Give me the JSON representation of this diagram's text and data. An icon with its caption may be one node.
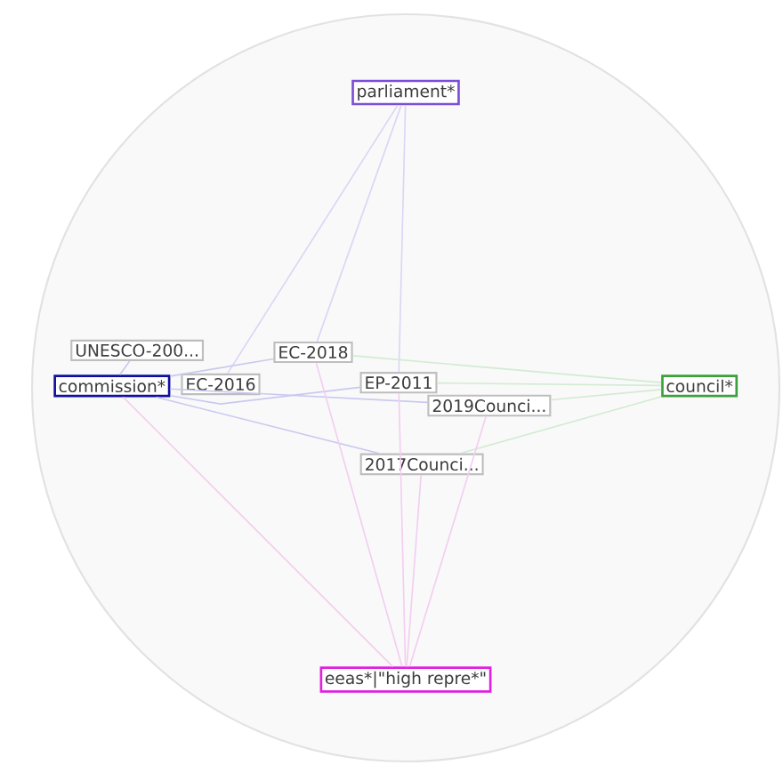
{
  "diagram": {
    "nodes": [
      {
        "text": [
          "parliament*"
        ]
      },
      {
        "text": [
          "UNESCO-200..."
        ]
      },
      {
        "text": [
          "EC-2018"
        ]
      },
      {
        "text": [
          "commission*"
        ]
      },
      {
        "text": [
          "EC-2016"
        ]
      },
      {
        "text": [
          "EP-2011"
        ]
      },
      {
        "text": [
          "council*"
        ]
      },
      {
        "text": [
          "2019Counci..."
        ]
      },
      {
        "text": [
          "2017Counci..."
        ]
      },
      {
        "text": [
          "eeas*|\"high repre*\""
        ]
      }
    ],
    "edges": [
      {
        "from": 0,
        "to": 2,
        "arrow": "none",
        "color": "#dcd4f6"
      },
      {
        "from": 0,
        "to": 4,
        "arrow": "none",
        "color": "#dcd4f6"
      },
      {
        "from": 0,
        "to": 5,
        "arrow": "none",
        "color": "#dcd4f6"
      },
      {
        "from": 3,
        "to": 1,
        "arrow": "none",
        "color": "#c9c9f0"
      },
      {
        "from": 3,
        "to": 2,
        "arrow": "none",
        "color": "#c9c9f0"
      },
      {
        "from": 3,
        "to": 5,
        "arrow": "none",
        "color": "#c9c9f0"
      },
      {
        "from": 3,
        "to": 7,
        "arrow": "none",
        "color": "#c9c9f0"
      },
      {
        "from": 3,
        "to": 8,
        "arrow": "none",
        "color": "#c9c9f0"
      },
      {
        "from": 6,
        "to": 2,
        "arrow": "none",
        "color": "#d2ebd2"
      },
      {
        "from": 6,
        "to": 5,
        "arrow": "none",
        "color": "#d2ebd2"
      },
      {
        "from": 6,
        "to": 7,
        "arrow": "none",
        "color": "#d2ebd2"
      },
      {
        "from": 6,
        "to": 8,
        "arrow": "none",
        "color": "#d2ebd2"
      },
      {
        "from": 9,
        "to": 3,
        "arrow": "none",
        "color": "#f3cdf0"
      },
      {
        "from": 9,
        "to": 2,
        "arrow": "none",
        "color": "#f3cdf0"
      },
      {
        "from": 9,
        "to": 5,
        "arrow": "none",
        "color": "#f3cdf0"
      },
      {
        "from": 9,
        "to": 7,
        "arrow": "none",
        "color": "#f3cdf0"
      },
      {
        "from": 9,
        "to": 8,
        "arrow": "none",
        "color": "#f3cdf0"
      }
    ]
  }
}
